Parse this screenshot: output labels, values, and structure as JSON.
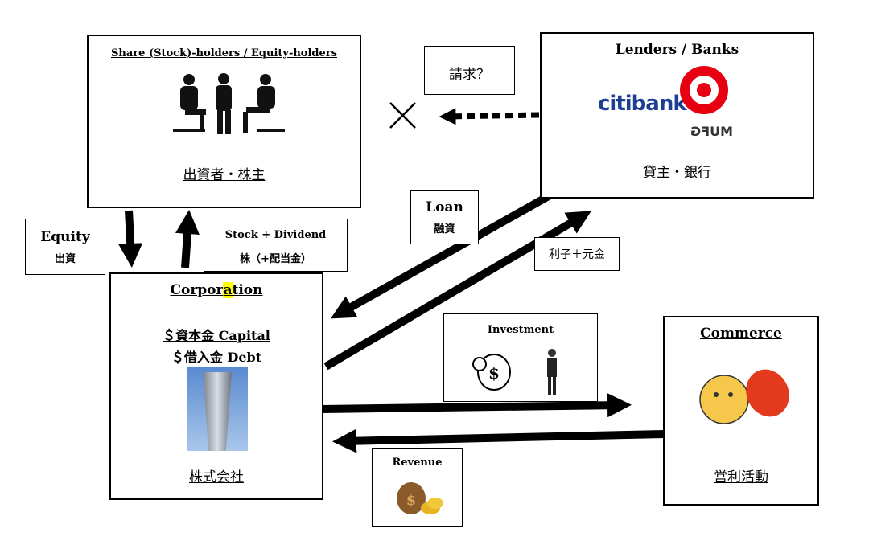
{
  "shareholders": {
    "title": "Share (Stock)-holders / Equity-holders",
    "jp": "出資者・株主"
  },
  "lenders": {
    "title": "Lenders / Banks",
    "jp": "貸主・銀行",
    "logos": [
      "citibank",
      "MUFG"
    ]
  },
  "request": {
    "label": "請求？"
  },
  "equity": {
    "label": "Equity",
    "jp": "出資"
  },
  "stock_dividend": {
    "label": "Stock + Dividend",
    "jp": "株（+配当金）"
  },
  "corporation": {
    "title_pre": "Corpor",
    "title_hl": "a",
    "title_post": "tion",
    "capital": "＄資本金  Capital",
    "debt": "＄借入金  Debt",
    "jp": "株式会社"
  },
  "loan": {
    "label": "Loan",
    "jp": "融資"
  },
  "repayment": {
    "label": "利子＋元金"
  },
  "investment": {
    "label": "Investment"
  },
  "commerce": {
    "title": "Commerce",
    "jp": "営利活動"
  },
  "revenue": {
    "label": "Revenue"
  },
  "colors": {
    "highlight": "#ffff00",
    "citi_blue": "#1c3f94",
    "mufg_red": "#e60012"
  }
}
